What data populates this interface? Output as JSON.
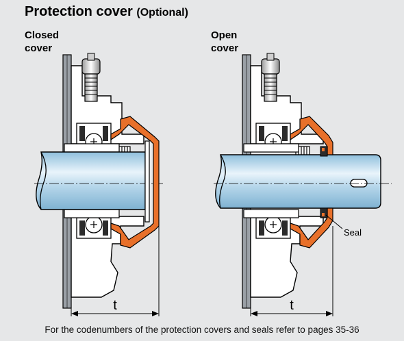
{
  "title": {
    "main": "Protection cover",
    "optional": "(Optional)"
  },
  "labels": {
    "closed_line1": "Closed",
    "closed_line2": "cover",
    "open_line1": "Open",
    "open_line2": "cover"
  },
  "dimension_label": "t",
  "seal_label": "Seal",
  "caption": "For the codenumbers of the protection covers and seals refer to pages 35-36",
  "colors": {
    "panel": "#e6e7e8",
    "cover": "#e8702a",
    "shaft": "#b5d6ea",
    "seal": "#e8702a"
  }
}
